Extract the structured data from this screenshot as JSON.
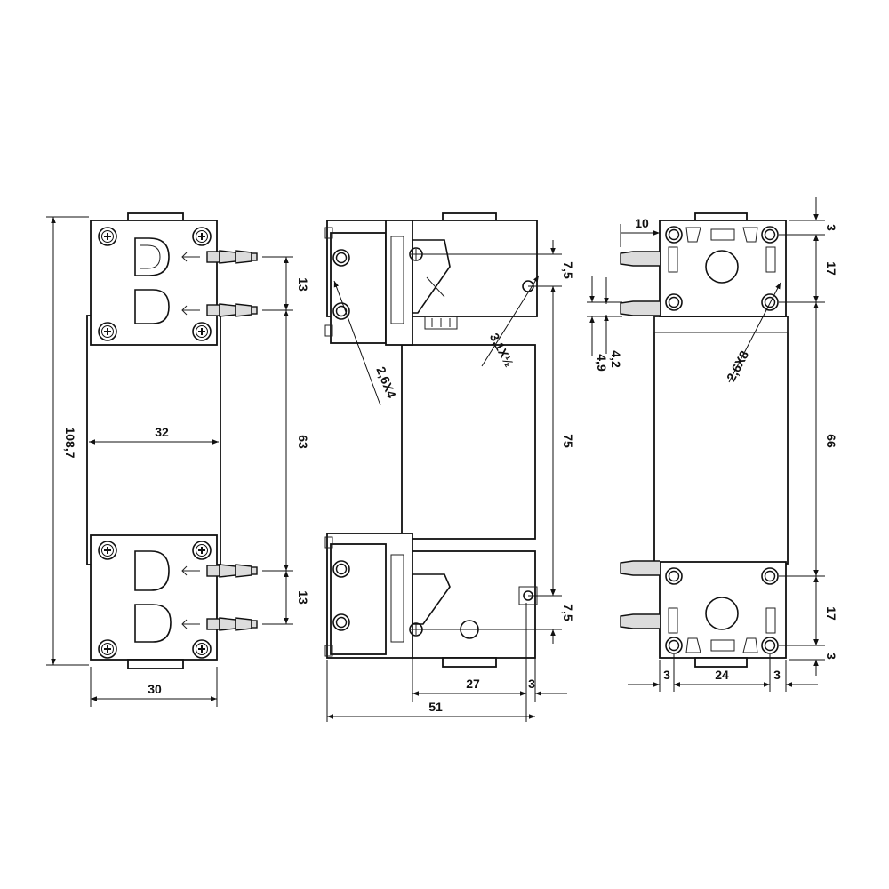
{
  "dimensions": {
    "front": {
      "overall_height": "108,7",
      "port_spacing_top": "13",
      "body_width": "32",
      "port_center_distance": "63",
      "port_spacing_bottom": "13",
      "head_width": "30"
    },
    "side": {
      "top_offset": "7,5",
      "thread_label": "3,1X½",
      "hole_label": "2,6X4",
      "mount_span": "75",
      "bottom_offset": "7,5",
      "hole_to_edge": "27",
      "edge_margin": "3",
      "overall_length": "51"
    },
    "end": {
      "left_offset": "10",
      "top_margin": "3",
      "hole_spacing_top": "17",
      "port_dim_a": "4,9",
      "port_dim_b": "4,2",
      "hole_label": "2,6X8",
      "body_length": "66",
      "hole_spacing_bottom": "17",
      "bottom_margin": "3",
      "left_margin": "3",
      "hole_spacing_width": "24",
      "right_margin": "3"
    }
  },
  "colors": {
    "line": "#111111",
    "fill": "#ffffff",
    "shade": "#dcdcdc"
  }
}
